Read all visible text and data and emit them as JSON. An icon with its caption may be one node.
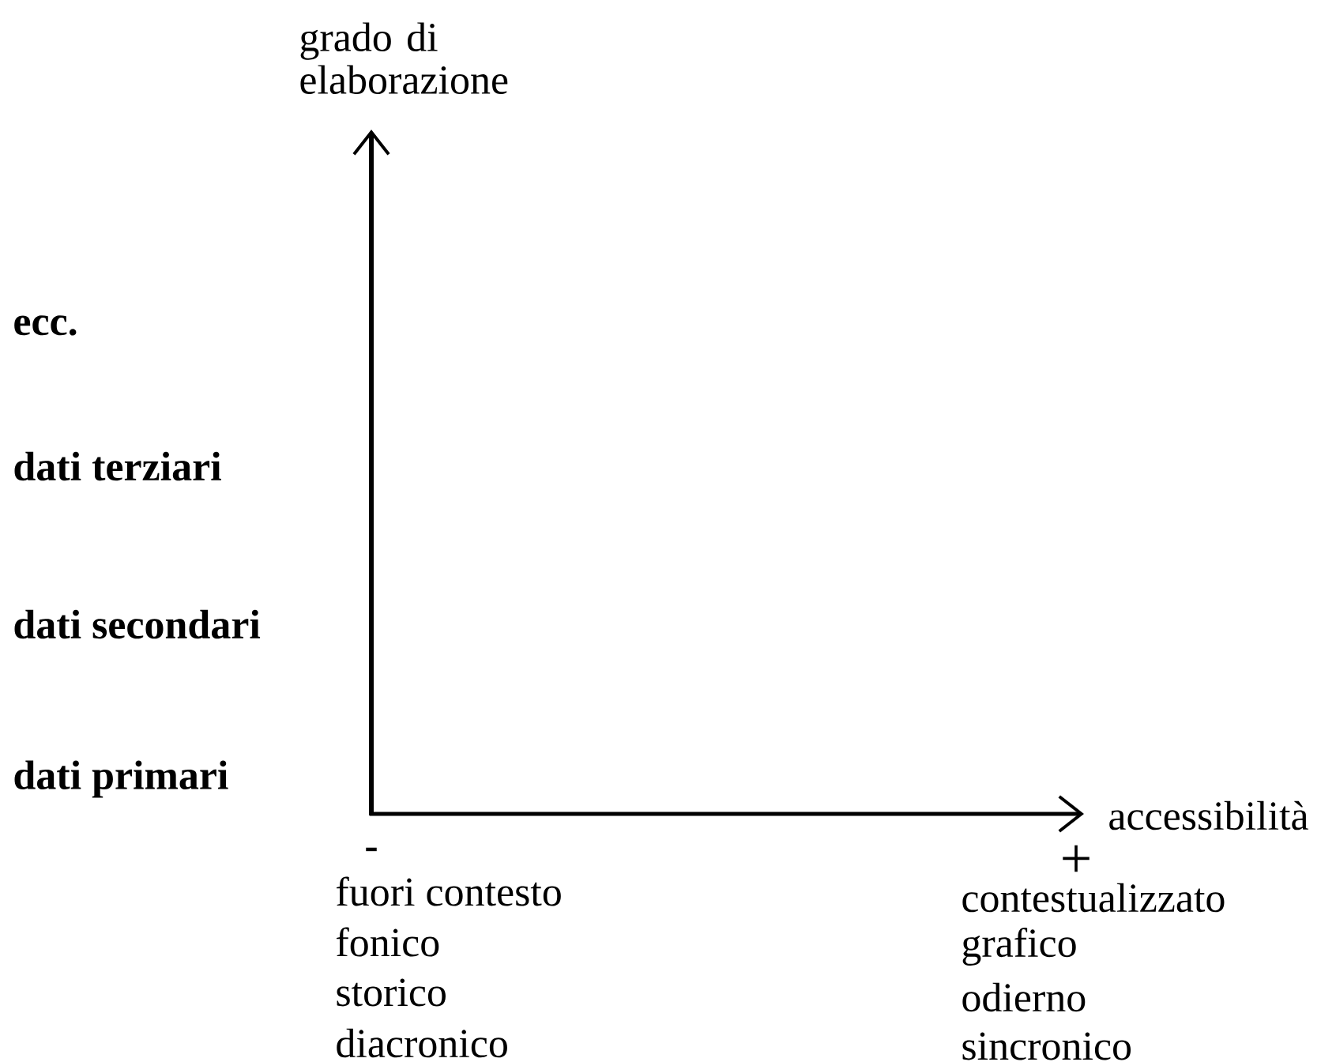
{
  "diagram": {
    "labels": [
      "grado di elaborazione",
      "ecc.",
      "dati terziari",
      "dati secondari",
      "dati primari",
      "accessibilità",
      "-",
      "+",
      "fuori contesto",
      "fonico",
      "storico",
      "diacronico",
      "contestualizzato",
      "grafico",
      "odierno",
      "sincronico"
    ]
  }
}
